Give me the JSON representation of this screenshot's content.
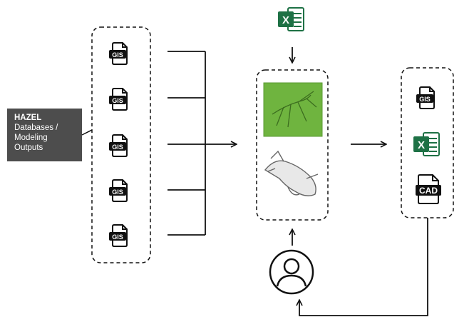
{
  "source": {
    "title": "HAZEL",
    "lines": [
      "Databases /",
      "Modeling",
      "Outputs"
    ]
  },
  "file_icons": {
    "gis": "GIS",
    "excel": "X",
    "cad": "CAD"
  },
  "icons": {
    "input_files": [
      "gis-file-icon",
      "gis-file-icon",
      "gis-file-icon",
      "gis-file-icon",
      "gis-file-icon"
    ],
    "excel_input": "excel-file-icon",
    "software": [
      "grasshopper-icon",
      "rhino-icon"
    ],
    "outputs": [
      "gis-file-icon",
      "excel-file-icon",
      "cad-file-icon"
    ],
    "user": "user-icon"
  },
  "colors": {
    "source_box": "#4d4d4d",
    "excel_green": "#1e7145",
    "grasshopper_green": "#6fb43f",
    "line": "#111111"
  }
}
